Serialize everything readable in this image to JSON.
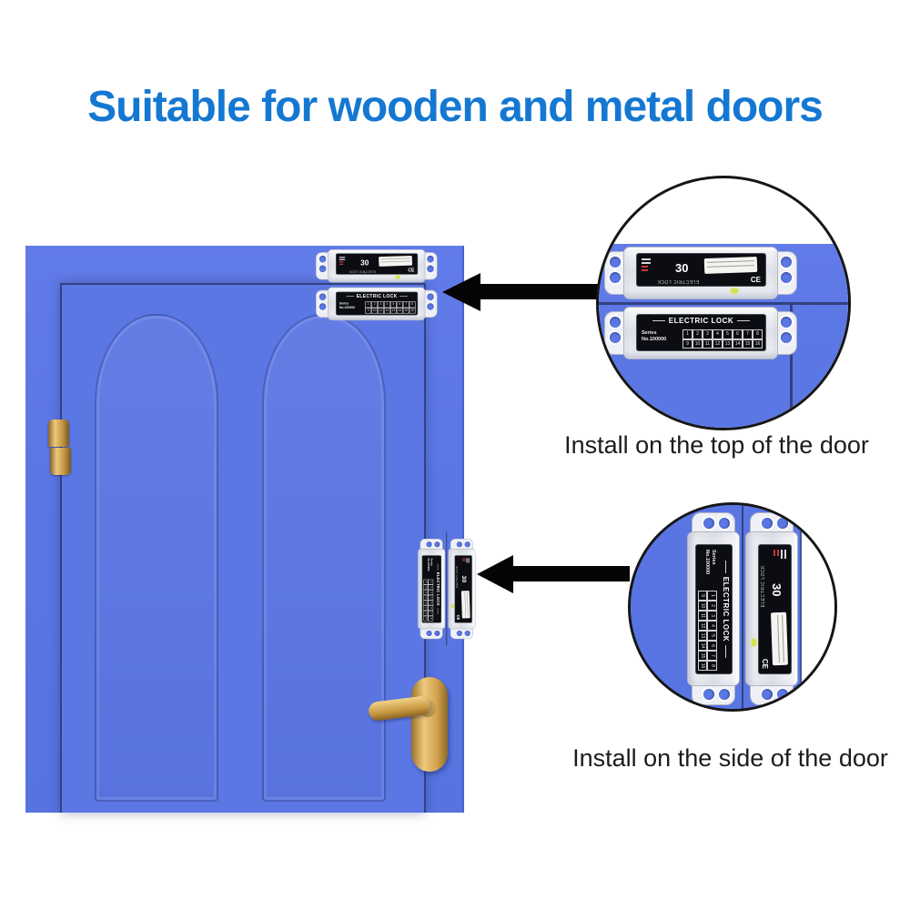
{
  "title": {
    "text": "Suitable for wooden and metal doors"
  },
  "annotations": {
    "top_caption": "Install on the top of the door",
    "side_caption": "Install on the side of the door"
  },
  "lock_device": {
    "name_label": "ELECTRIC LOCK",
    "model_number": "30",
    "series_label": "Series",
    "serial_number": "No.100000",
    "ce_mark": "CE",
    "terminals": [
      "1",
      "2",
      "3",
      "4",
      "5",
      "6",
      "7",
      "8",
      "9",
      "10",
      "11",
      "12",
      "13",
      "14",
      "15",
      "16"
    ]
  },
  "colors": {
    "title_blue": "#1478d2",
    "caption_black": "#1c1c1c",
    "door_blue": "#5b77e4",
    "door_edge_line": "#33417f",
    "arrow_black": "#050505",
    "lock_label_black": "#0b0d12",
    "led_yellow": "#d3e24c",
    "circle_border": "#161616"
  }
}
